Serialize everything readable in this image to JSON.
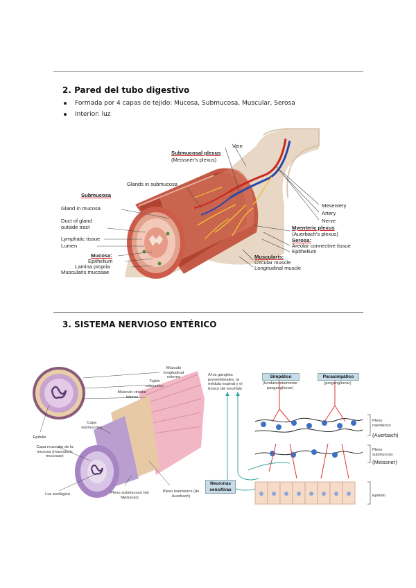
{
  "section2": {
    "heading": "2.  Pared del tubo digestivo",
    "bullets": [
      "Formada por 4 capas de tejido: Mucosa, Submucosa, Muscular, Serosa",
      "Interior: luz"
    ]
  },
  "figure1": {
    "labels": {
      "vein": "Vein",
      "submucosal_plexus": "Submucosal plexus",
      "meissner": "(Meissner's plexus)",
      "glands_submucosa": "Glands in submucosa",
      "submucosa": "Submucosa",
      "gland_mucosa": "Gland in mucosa",
      "duct1": "Duct of gland",
      "duct2": "outside tract",
      "lymphatic": "Lymphatic tissue",
      "lumen": "Lumen",
      "mucosa": "Mucosa:",
      "epithelium": "Epithelium",
      "lamina": "Lamina propria",
      "muscularis_mucosae": "Muscularis mucosae",
      "mesentery": "Mesentery",
      "artery": "Artery",
      "nerve": "Nerve",
      "myenteric": "Myenteric plexus",
      "auerbach": "(Auerbach's plexus)",
      "serosa": "Serosa:",
      "areolar": "Areolar connective tissue",
      "epithelium2": "Epithelium",
      "muscularis": "Muscularis:",
      "circular": "Circular muscle",
      "longitudinal": "Longitudinal muscle"
    }
  },
  "section3": {
    "heading": "3.  SISTEMA NERVIOSO ENTÉRICO"
  },
  "figure2": {
    "labels": {
      "musculo_long": "Músculo longitudinal externo",
      "tejido": "Tejido conjuntivo",
      "musculo_circ": "Músculo circular interno",
      "capa_sub": "Capa submucosa",
      "epitelio": "Epitelio",
      "capa_musc": "Capa muscular de la mucosa (muscularis mucosae)",
      "luz": "Luz esofágica",
      "plexo_sub": "Plexo submucoso (de Meissner)",
      "plexo_mie": "Plexo mientérico (de Auerbach)"
    }
  },
  "figure3": {
    "labels": {
      "ganglios": "A los ganglios prevertebrales, la médula espinal y el tronco del encéfalo",
      "simpatico": "Simpático",
      "simpatico_sub": "(fundamentalmente posganglionar)",
      "parasimpatico": "Parasimpático",
      "parasimpatico_sub": "(preganglionar)",
      "plexo_mienterico": "Plexo mientérico",
      "auerbach": "(Auerbach)",
      "plexo_submucoso": "Plexo submucoso",
      "meissner": "(Meissner)",
      "neuronas": "Neuronas sensitivas",
      "epitelio": "Epitelio"
    }
  }
}
